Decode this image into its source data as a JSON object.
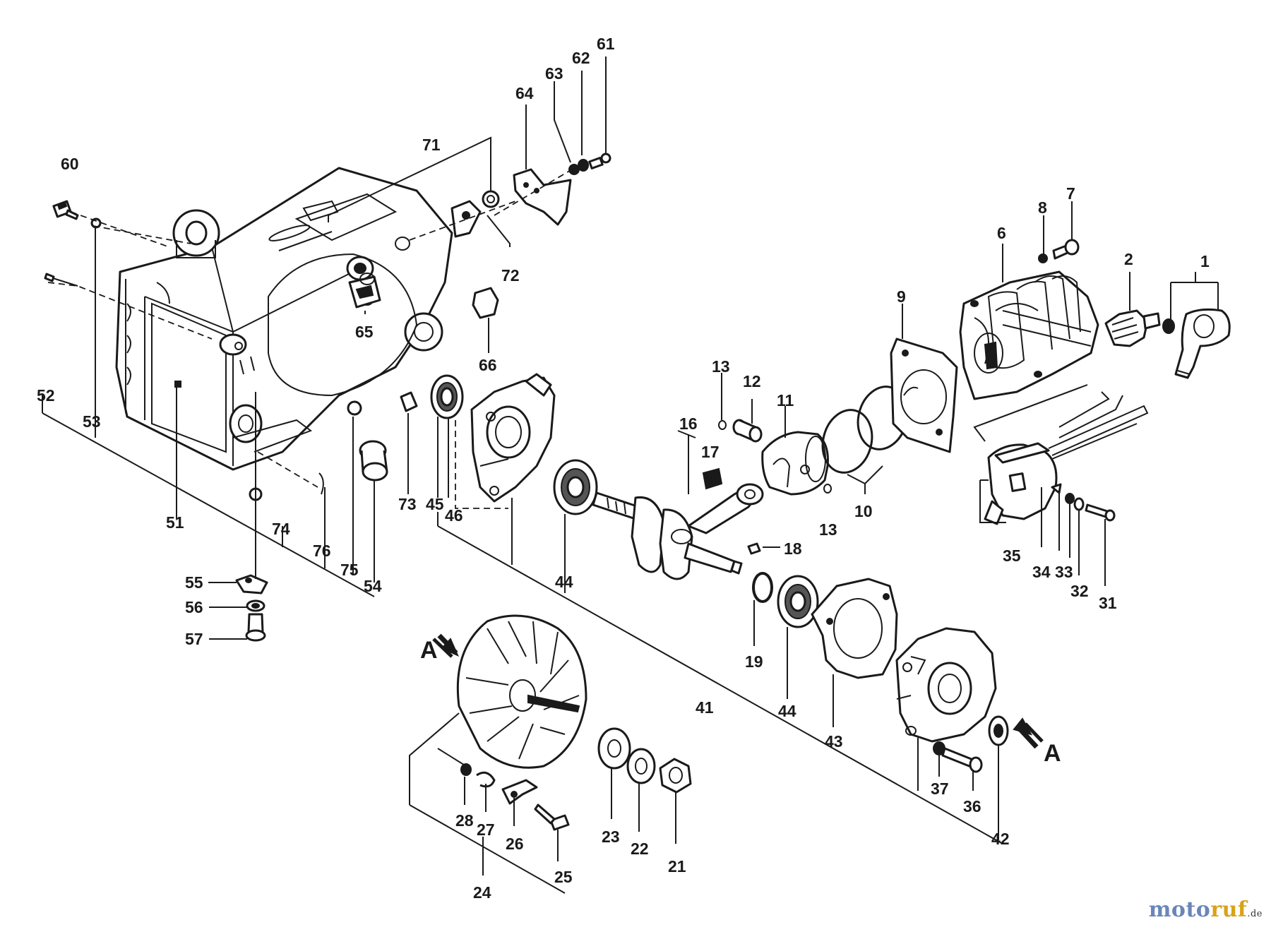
{
  "labels": {
    "p1": "1",
    "p2": "2",
    "p6": "6",
    "p7": "7",
    "p8": "8",
    "p9": "9",
    "p10": "10",
    "p11": "11",
    "p12": "12",
    "p13a": "13",
    "p13b": "13",
    "p16": "16",
    "p17": "17",
    "p18": "18",
    "p19": "19",
    "p21": "21",
    "p22": "22",
    "p23": "23",
    "p24": "24",
    "p25": "25",
    "p26": "26",
    "p27": "27",
    "p28": "28",
    "p31": "31",
    "p32": "32",
    "p33": "33",
    "p34": "34",
    "p35": "35",
    "p36": "36",
    "p37": "37",
    "p41": "41",
    "p42": "42",
    "p43": "43",
    "p44a": "44",
    "p44b": "44",
    "p45": "45",
    "p46": "46",
    "p51": "51",
    "p52": "52",
    "p53": "53",
    "p54": "54",
    "p55": "55",
    "p56": "56",
    "p57": "57",
    "p60": "60",
    "p61": "61",
    "p62": "62",
    "p63": "63",
    "p64": "64",
    "p65": "65",
    "p66": "66",
    "p71": "71",
    "p72": "72",
    "p73": "73",
    "p74": "74",
    "p75": "75",
    "p76": "76"
  },
  "arrows": {
    "a_left": "A",
    "a_right": "A"
  },
  "watermark": {
    "part1": "moto",
    "part2": "ruf",
    "part3": ".de"
  },
  "colors": {
    "line": "#1a1a1a",
    "watermark_blue": "#6a86b8",
    "watermark_gold": "#d8a31a"
  }
}
